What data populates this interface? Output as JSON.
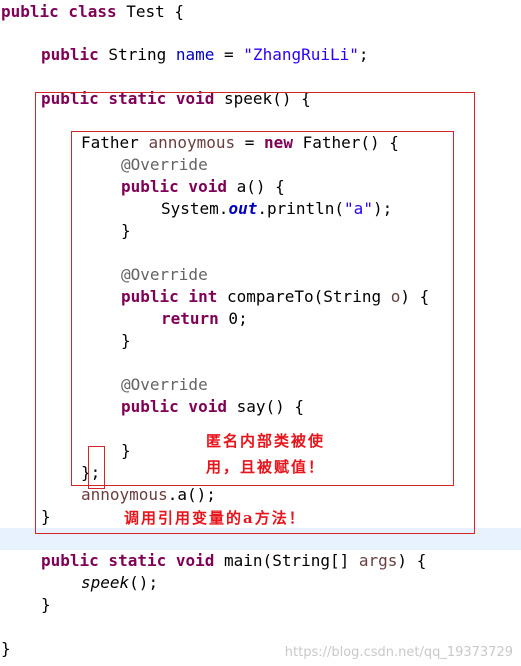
{
  "code": {
    "l1": {
      "kw": "public class",
      "rest": " Test {"
    },
    "l2": {
      "kw": "public",
      "type": " String ",
      "field": "name",
      "eq": " = ",
      "str": "\"ZhangRuiLi\"",
      "end": ";"
    },
    "l3": {
      "kw": "public static void",
      "rest": " speek() {"
    },
    "l4": {
      "type": "Father ",
      "var": "annoymous",
      "eq": " = ",
      "kw": "new",
      "rest": " Father() {"
    },
    "l5": {
      "ann": "@Override"
    },
    "l6": {
      "kw": "public void",
      "rest": " a() {"
    },
    "l7": {
      "pre": "System.",
      "fld": "out",
      "mid": ".println(",
      "str": "\"a\"",
      "end": ");"
    },
    "l8": {
      "text": "}"
    },
    "l9": {
      "ann": "@Override"
    },
    "l10": {
      "kw": "public int",
      "rest": " compareTo(String ",
      "param": "o",
      "end": ") {"
    },
    "l11": {
      "kw": "return",
      "rest": " 0;"
    },
    "l12": {
      "text": "}"
    },
    "l13": {
      "ann": "@Override"
    },
    "l14": {
      "kw": "public void",
      "rest": " say() {"
    },
    "l15": {
      "text": "}"
    },
    "l16": {
      "text": "};"
    },
    "l17": {
      "var": "annoymous",
      "rest": ".a();"
    },
    "l18": {
      "text": "}"
    },
    "l19": {
      "kw": "public static void",
      "rest": " main(String[] ",
      "param": "args",
      "end": ") {"
    },
    "l20": {
      "ital": "speek",
      "rest": "();"
    },
    "l21": {
      "text": "}"
    },
    "l22": {
      "text": "}"
    }
  },
  "annotations": {
    "anon_class_note": "匿名内部类被使\n用，且被赋值！",
    "call_note": "调用引用变量的a方法！"
  },
  "watermark": "https://blog.csdn.net/qq_19373729",
  "colors": {
    "keyword": "#7f0055",
    "string": "#2a00ff",
    "field": "#0000c0",
    "variable": "#6a3e3e",
    "annotation": "#646464",
    "highlight": "#e8f2fe",
    "box_border": "#d62728",
    "note_text": "#e8141c"
  }
}
